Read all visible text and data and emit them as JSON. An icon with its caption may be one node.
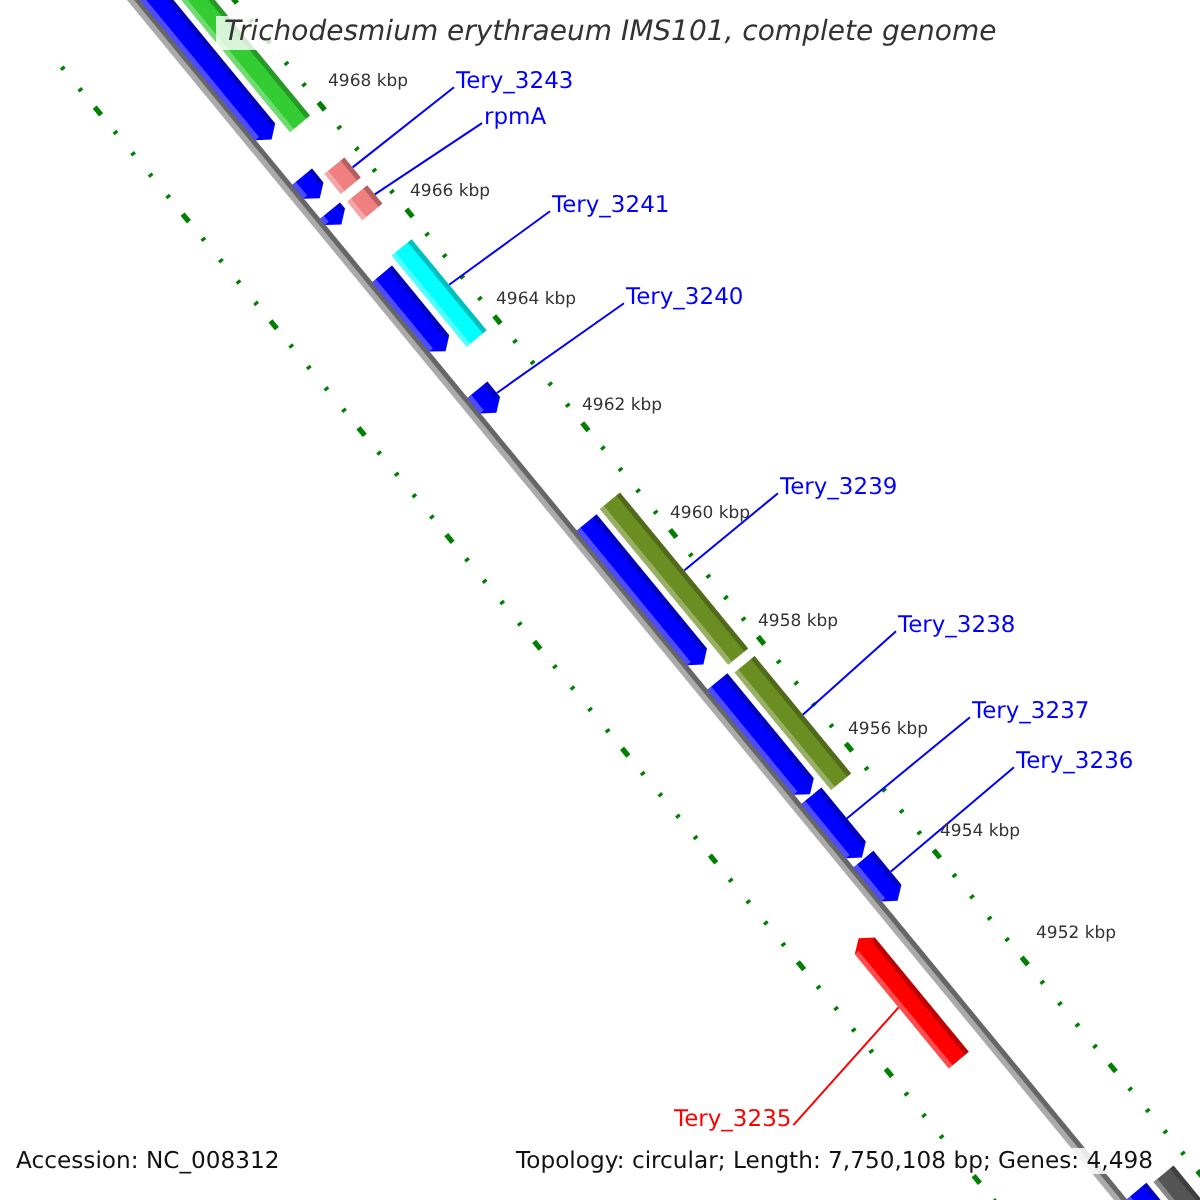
{
  "diagram": {
    "title": "Trichodesmium erythraeum IMS101, complete genome",
    "nodes": [
      {
        "text": [
          "Tery_3243"
        ]
      },
      {
        "text": [
          "rpmA"
        ]
      },
      {
        "text": [
          "Tery_3241"
        ]
      },
      {
        "text": [
          "Tery_3240"
        ]
      },
      {
        "text": [
          "Tery_3239"
        ]
      },
      {
        "text": [
          "Tery_3238"
        ]
      },
      {
        "text": [
          "Tery_3237"
        ]
      },
      {
        "text": [
          "Tery_3236"
        ]
      },
      {
        "text": [
          "Tery_3235"
        ]
      },
      {
        "text": [],
        "shape": "bar"
      },
      {
        "text": [],
        "shape": "bar"
      },
      {
        "text": [],
        "shape": "bar"
      },
      {
        "text": [],
        "shape": "bar"
      },
      {
        "text": [],
        "shape": "bar"
      },
      {
        "text": [],
        "shape": "bar"
      },
      {
        "text": [],
        "shape": "bar"
      },
      {
        "text": [],
        "shape": "bar"
      },
      {
        "text": [],
        "shape": "bar"
      },
      {
        "text": [],
        "shape": "bar"
      },
      {
        "text": [],
        "shape": "bar"
      },
      {
        "text": [],
        "shape": "bar"
      },
      {
        "text": [],
        "shape": "bar"
      },
      {
        "text": [],
        "shape": "bar"
      },
      {
        "text": [],
        "shape": "bar"
      },
      {
        "text": [],
        "shape": "bar"
      },
      {
        "text": [],
        "shape": "bar"
      },
      {
        "text": [],
        "shape": "bar"
      }
    ],
    "edges": [
      {
        "from": 0,
        "to": 12,
        "arrow": "none"
      },
      {
        "from": 1,
        "to": 14,
        "arrow": "none"
      },
      {
        "from": 2,
        "to": 15,
        "arrow": "none"
      },
      {
        "from": 3,
        "to": 17,
        "arrow": "none"
      },
      {
        "from": 4,
        "to": 18,
        "arrow": "none"
      },
      {
        "from": 5,
        "to": 20,
        "arrow": "none"
      },
      {
        "from": 6,
        "to": 22,
        "arrow": "none"
      },
      {
        "from": 7,
        "to": 23,
        "arrow": "none"
      },
      {
        "from": 8,
        "to": 24,
        "arrow": "none",
        "color": "#ff0000"
      }
    ],
    "labels": [
      "4968 kbp",
      "4966 kbp",
      "4964 kbp",
      "4962 kbp",
      "4960 kbp",
      "4958 kbp",
      "4956 kbp",
      "4954 kbp",
      "4952 kbp",
      "Accession: NC_008312",
      "Topology: circular; Length: 7,750,108 bp; Genes: 4,498"
    ]
  }
}
